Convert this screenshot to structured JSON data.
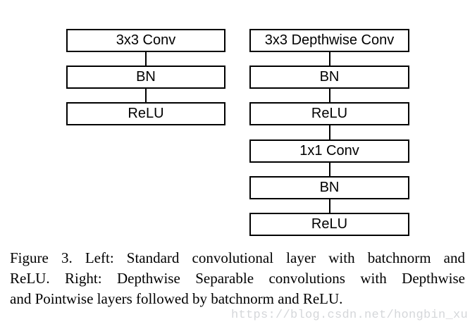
{
  "figure": {
    "left_column": {
      "boxes": [
        "3x3 Conv",
        "BN",
        "ReLU"
      ]
    },
    "right_column": {
      "boxes": [
        "3x3 Depthwise Conv",
        "BN",
        "ReLU",
        "1x1 Conv",
        "BN",
        "ReLU"
      ]
    }
  },
  "caption": {
    "lines": [
      "Figure 3. Left: Standard convolutional layer with batchnorm and",
      "ReLU. Right: Depthwise Separable convolutions with Depthwise",
      "and Pointwise layers followed by batchnorm and ReLU."
    ]
  },
  "watermark": {
    "text": "https://blog.csdn.net/hongbin_xu",
    "color": "#d5d7da"
  }
}
